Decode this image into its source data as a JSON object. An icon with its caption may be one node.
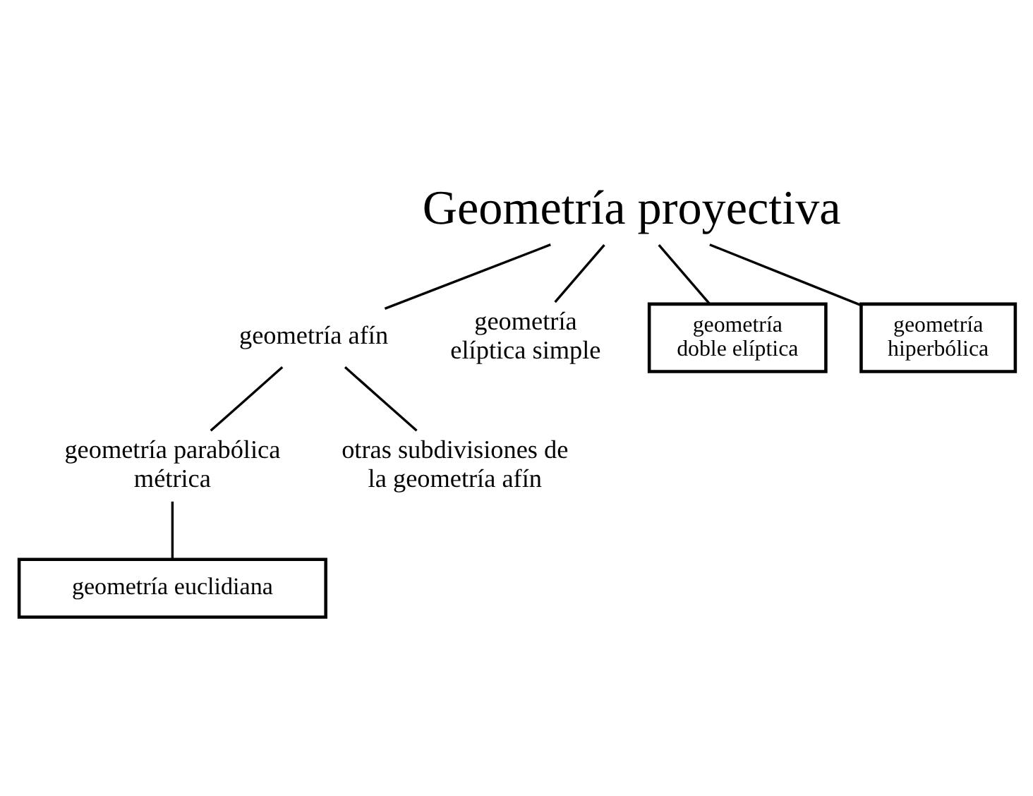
{
  "diagram": {
    "nodes": [
      {
        "text": [
          "Geometría proyectiva"
        ]
      },
      {
        "text": [
          "geometría afín"
        ]
      },
      {
        "text": [
          "geometría elíptica simple"
        ]
      },
      {
        "text": [
          "geometría doble elíptica"
        ]
      },
      {
        "text": [
          "geometría hiperbólica"
        ]
      },
      {
        "text": [
          "geometría parabólica métrica"
        ]
      },
      {
        "text": [
          "otras subdivisiones de la geometría afín"
        ]
      },
      {
        "text": [
          "geometría euclidiana"
        ]
      }
    ],
    "edges": [
      {
        "from": 0,
        "to": 1,
        "arrow": "none"
      },
      {
        "from": 0,
        "to": 2,
        "arrow": "none"
      },
      {
        "from": 0,
        "to": 3,
        "arrow": "none"
      },
      {
        "from": 0,
        "to": 4,
        "arrow": "none"
      },
      {
        "from": 1,
        "to": 5,
        "arrow": "none"
      },
      {
        "from": 1,
        "to": 6,
        "arrow": "none"
      },
      {
        "from": 5,
        "to": 7,
        "arrow": "none"
      }
    ]
  }
}
